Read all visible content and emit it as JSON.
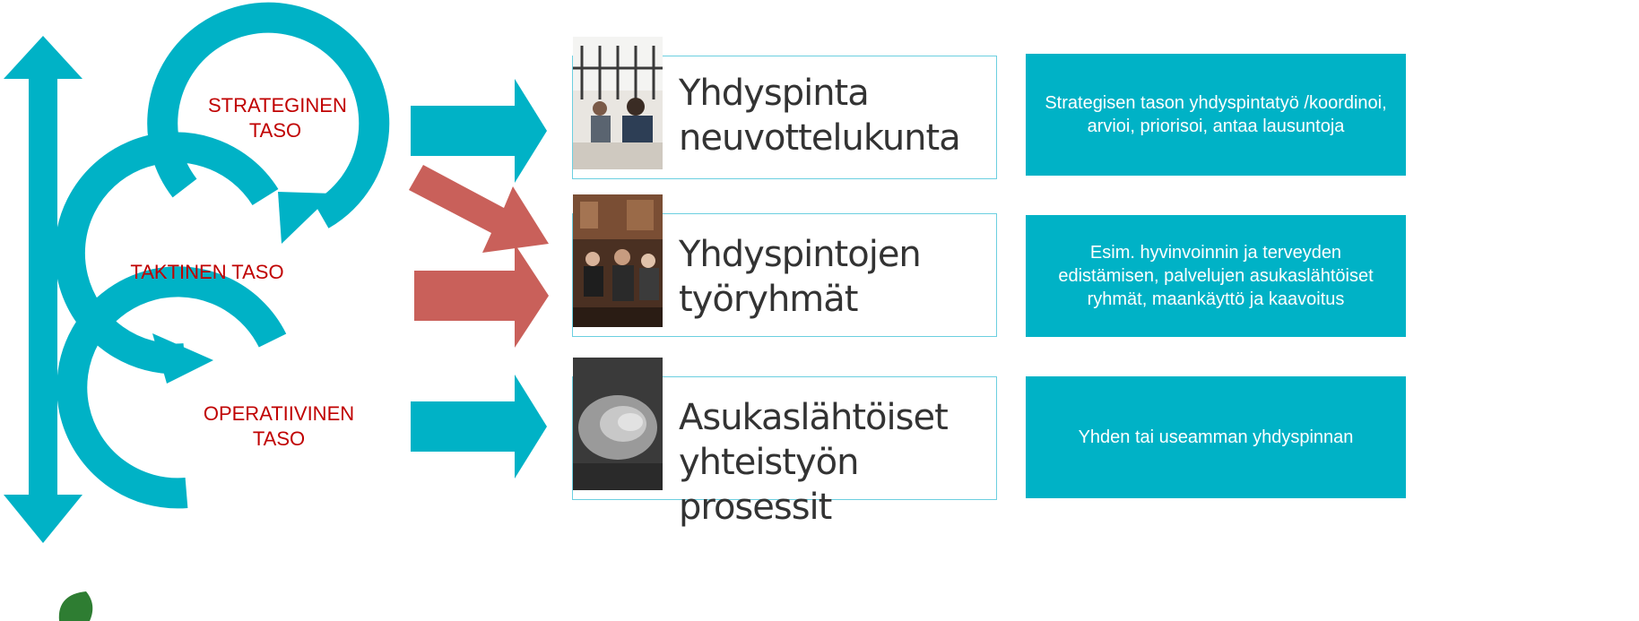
{
  "levels": {
    "strategic": "STRATEGINEN TASO",
    "tactical": "TAKTINEN TASO",
    "operative": "OPERATIIVINEN TASO"
  },
  "bodies": [
    {
      "title_line1": "Yhdyspinta",
      "title_line2": "neuvottelukunta",
      "photo": "meeting-photo"
    },
    {
      "title_line1": "Yhdyspintojen",
      "title_line2": "työryhmät",
      "photo": "group-session-photo"
    },
    {
      "title_line1": "Asukaslähtöiset",
      "title_line2": "yhteistyön prosessit",
      "photo": "joined-hands-photo"
    }
  ],
  "descriptions": [
    "Strategisen tason yhdyspintatyö /koordinoi, arvioi, priorisoi, antaa lausuntoja",
    "Esim. hyvinvoinnin ja terveyden edistämisen, palvelujen asukaslähtöiset ryhmät, maankäyttö ja kaavoitus",
    "Yhden tai useamman yhdyspinnan"
  ],
  "colors": {
    "teal": "#00b2c6",
    "red_arrow": "#c9605a",
    "level_text": "#c00000",
    "card_border": "#6ccfe0",
    "logo_green": "#2e7d32"
  }
}
